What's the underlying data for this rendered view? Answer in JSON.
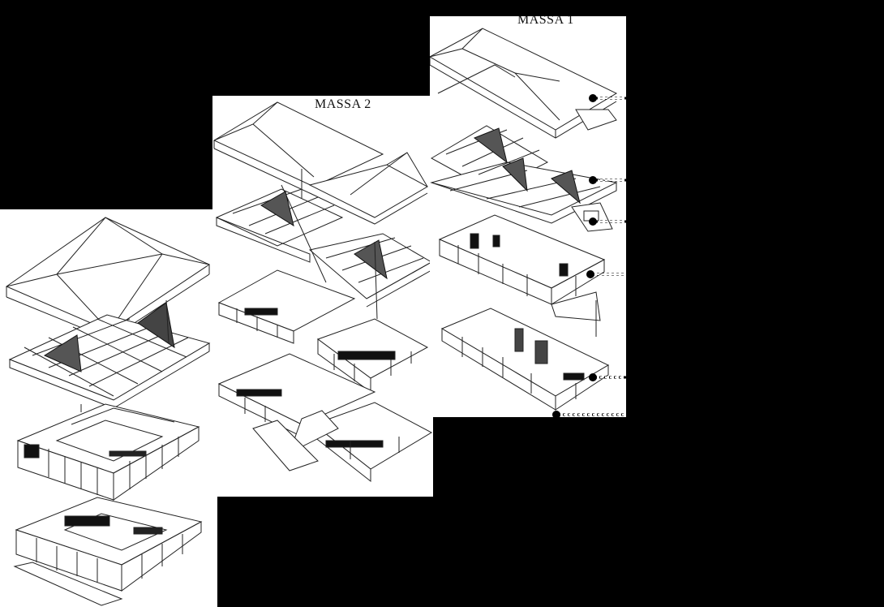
{
  "masses": [
    {
      "id": "massa-1",
      "label": "MASSA 1"
    },
    {
      "id": "massa-2",
      "label": "MASSA 2"
    },
    {
      "id": "massa-3",
      "label": ""
    }
  ],
  "colors": {
    "background": "#000000",
    "panel": "#ffffff",
    "line": "#222222",
    "fill_dark": "#111111"
  }
}
